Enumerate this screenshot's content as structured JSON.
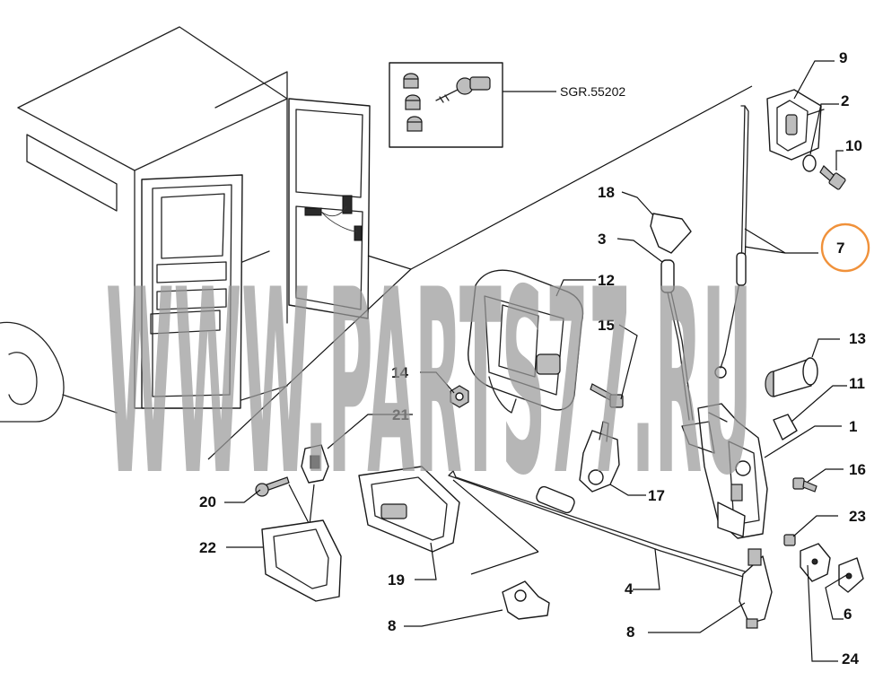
{
  "diagram": {
    "inset_ref": "SGR.55202",
    "watermark": "WWW.PARTS77.RU",
    "highlight_color": "#f0913a",
    "labels": {
      "p1": "1",
      "p2": "2",
      "p3": "3",
      "p4": "4",
      "p6": "6",
      "p7": "7",
      "p8a": "8",
      "p8b": "8",
      "p9": "9",
      "p10": "10",
      "p11": "11",
      "p12": "12",
      "p13": "13",
      "p14": "14",
      "p15": "15",
      "p16": "16",
      "p17": "17",
      "p18": "18",
      "p19": "19",
      "p20": "20",
      "p21": "21",
      "p22": "22",
      "p23": "23",
      "p24": "24"
    }
  }
}
